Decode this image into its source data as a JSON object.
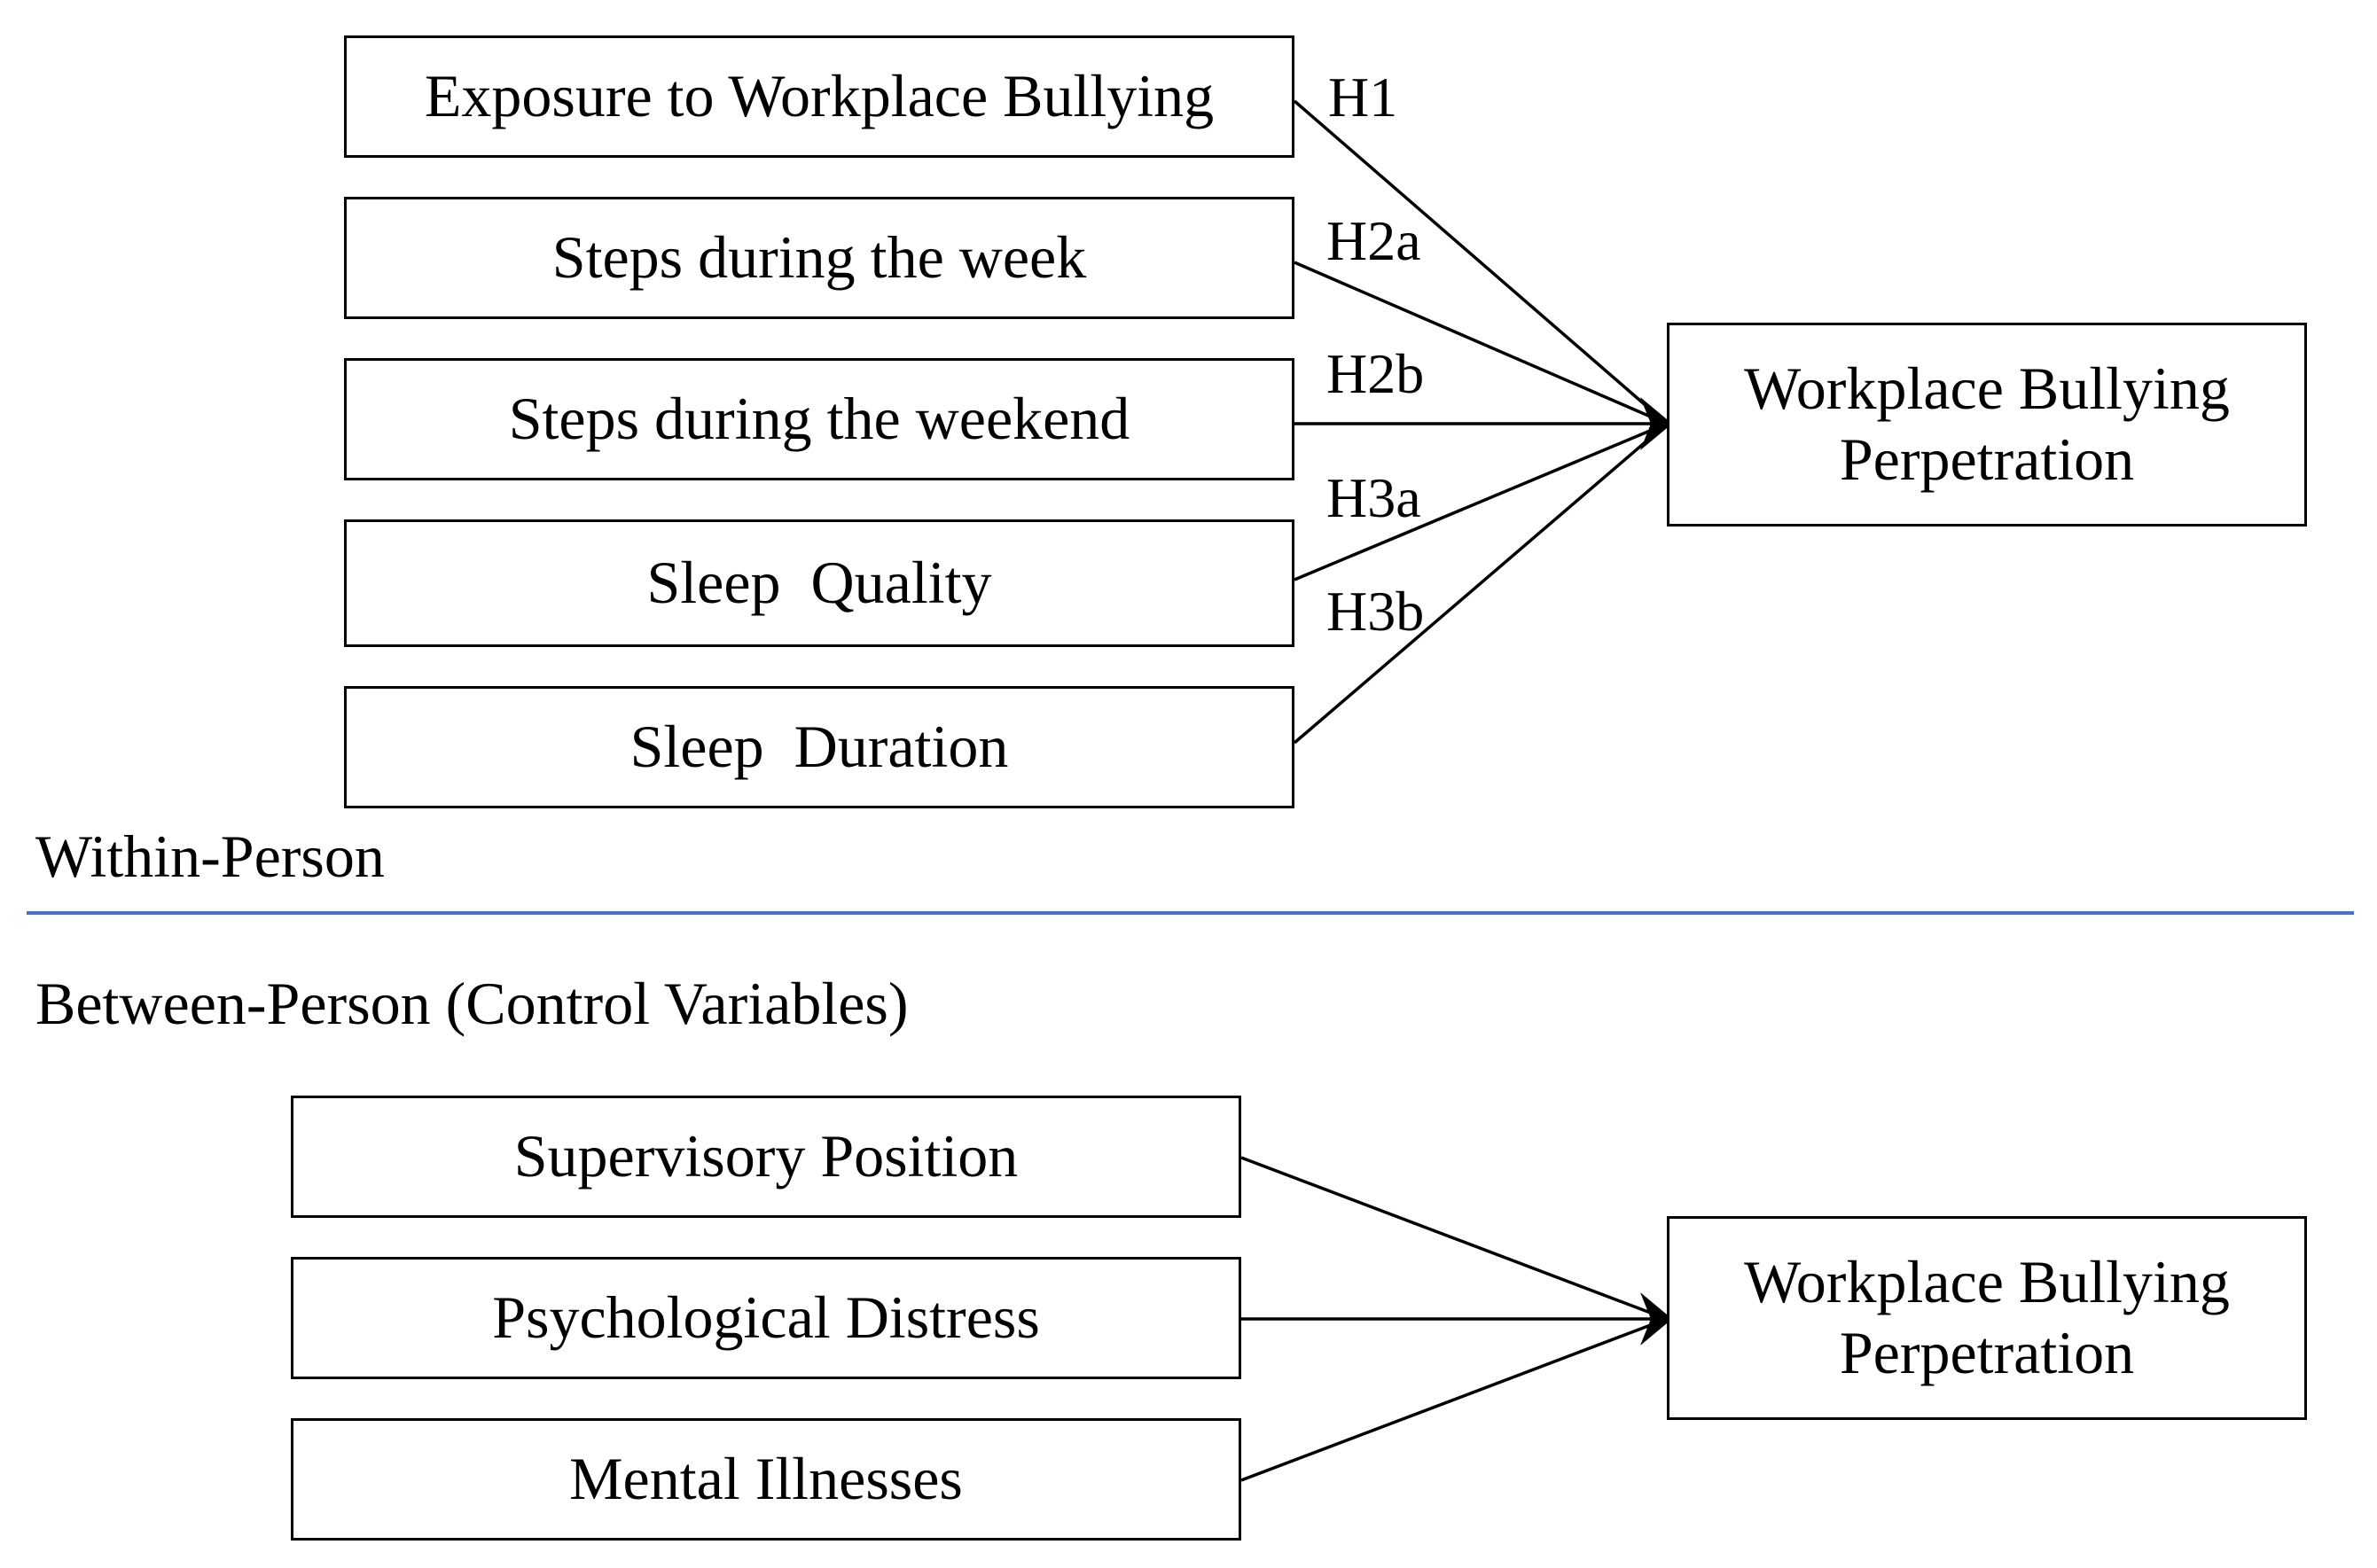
{
  "within_person": {
    "section_label": "Within-Person",
    "predictors": [
      "Exposure to Workplace Bullying",
      "Steps during the week",
      "Steps during the weekend",
      "Sleep  Quality",
      "Sleep  Duration"
    ],
    "hypotheses": [
      "H1",
      "H2a",
      "H2b",
      "H3a",
      "H3b"
    ],
    "outcome": "Workplace Bullying\nPerpetration"
  },
  "between_person": {
    "section_label": "Between-Person (Control Variables)",
    "predictors": [
      "Supervisory Position",
      "Psychological Distress",
      "Mental Illnesses"
    ],
    "outcome": "Workplace Bullying\nPerpetration"
  },
  "colors": {
    "divider": "#4472C4",
    "lines": "#000000"
  }
}
